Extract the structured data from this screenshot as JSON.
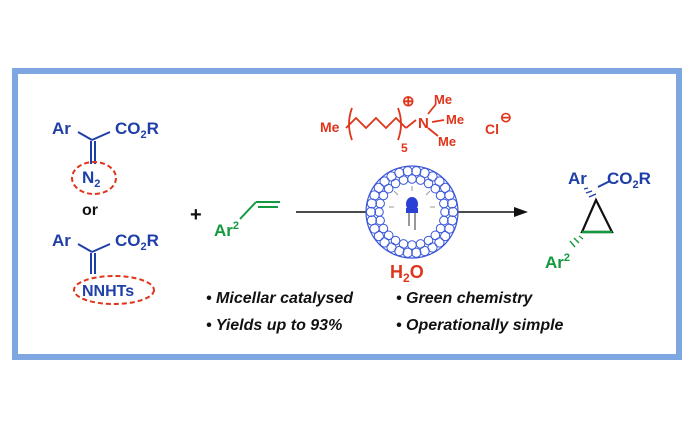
{
  "reagent_top": {
    "ar": "Ar",
    "ester": "CO",
    "ester_sub": "2",
    "ester_r": "R",
    "group": "N",
    "group_sub": "2"
  },
  "connector_or": "or",
  "reagent_bottom": {
    "ar": "Ar",
    "ester": "CO",
    "ester_sub": "2",
    "ester_r": "R",
    "group": "NNHTs"
  },
  "plus": "+",
  "alkene": {
    "ar": "Ar",
    "ar_sup": "2"
  },
  "surfactant": {
    "chain_me": "Me",
    "repeat": "5",
    "n_label": "N",
    "charge": "⊕",
    "me1": "Me",
    "me2": "Me",
    "me3": "Me",
    "counterion": "Cl",
    "counter_charge": "⊖"
  },
  "solvent": {
    "h": "H",
    "sub": "2",
    "o": "O"
  },
  "product": {
    "ar": "Ar",
    "ester": "CO",
    "ester_sub": "2",
    "ester_r": "R",
    "ar2": "Ar",
    "ar2_sup": "2"
  },
  "bullets": [
    "• Micellar catalysed",
    "• Green chemistry",
    "• Yields up to 93%",
    "• Operationally simple"
  ],
  "colors": {
    "reagent": "#1f3fa8",
    "surfactant": "#e0341b",
    "alkene": "#139a3f",
    "frame": "#7ea6e0",
    "micelle": "#3b57d9"
  }
}
